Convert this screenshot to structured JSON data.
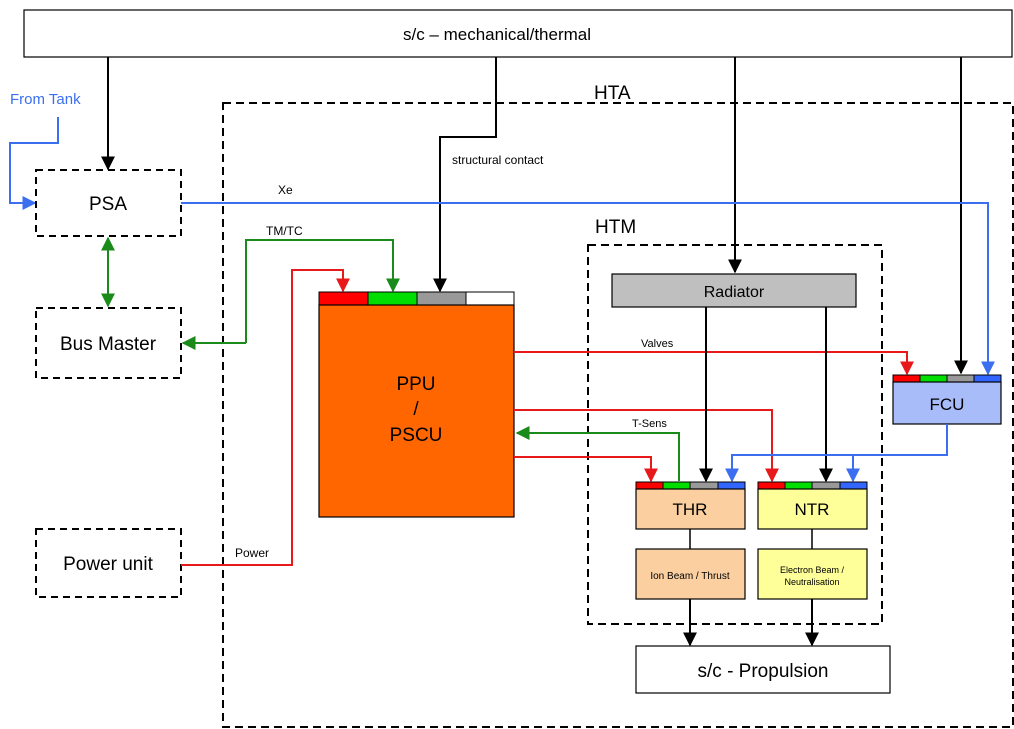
{
  "blocks": {
    "spacecraft_mech": "s/c – mechanical/thermal",
    "psa": "PSA",
    "bus_master": "Bus Master",
    "power_unit": "Power unit",
    "ppu_line1": "PPU",
    "ppu_line2": "/",
    "ppu_line3": "PSCU",
    "radiator": "Radiator",
    "fcu": "FCU",
    "thr": "THR",
    "ntr": "NTR",
    "ion_beam": "Ion Beam / Thrust",
    "electron_beam_line1": "Electron Beam /",
    "electron_beam_line2": "Neutralisation",
    "propulsion": "s/c - Propulsion"
  },
  "groups": {
    "hta": "HTA",
    "htm": "HTM"
  },
  "connections": {
    "from_tank": "From Tank",
    "structural_contact": "structural contact",
    "xe": "Xe",
    "tm_tc": "TM/TC",
    "valves": "Valves",
    "t_sens": "T-Sens",
    "power": "Power"
  },
  "colors": {
    "power": "#e8191b",
    "data": "#1a8a1a",
    "xenon": "#3b6ff0",
    "mechanical": "#000000",
    "ppu_fill": "#ff6600",
    "fcu_fill": "#a9bcfa",
    "thr_fill": "#fbcfa0",
    "ntr_fill": "#ffff99",
    "radiator_fill": "#bfbfbf",
    "port_red": "#ff0000",
    "port_green": "#00dd00",
    "port_gray": "#999999",
    "port_blue": "#3366ff"
  }
}
